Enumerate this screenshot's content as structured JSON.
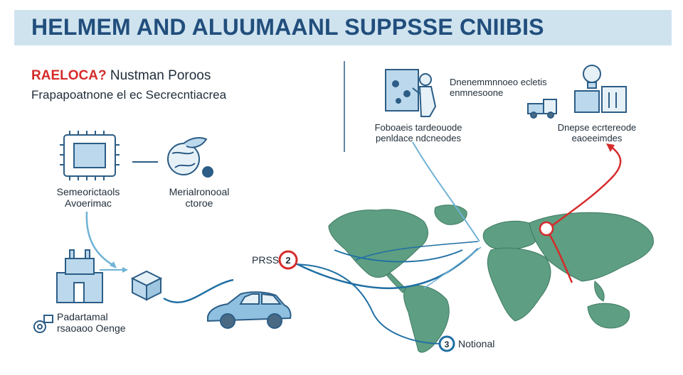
{
  "title": "HELMEM AND ALUUMAANL SUPPSSE CNIIBIS",
  "heading": {
    "line1_red": "RAELOCA?",
    "line1_rest": " Nustman Poroos",
    "line2": "Frapapoatnone el ec Secrecntiacrea"
  },
  "nodes": {
    "semiconductor": {
      "line1": "Semeorictaols",
      "line2": "Avoerimac",
      "icon": "chip-icon"
    },
    "material": {
      "line1": "Merialronooal",
      "line2": "ctoroe",
      "icon": "globe-leaf-icon"
    },
    "factory": {
      "line1": "Padartamal",
      "line2": "rsaoaoo Oenge",
      "icon": "factory-icon"
    },
    "package": {
      "icon": "box-icon"
    },
    "car": {
      "icon": "car-icon"
    },
    "research": {
      "line1": "Dnenemmnnoeo ecletis",
      "line2": "enmnesoone",
      "icon": "worker-board-icon"
    },
    "reference": {
      "line1": "Foboaeis tardeouode",
      "line2": "penldace ndcneodes"
    },
    "truck": {
      "icon": "truck-icon"
    },
    "industry": {
      "line1": "Dnepse ecrtereode",
      "line2": "eaoeeimdes",
      "icon": "lightbulb-building-icon"
    }
  },
  "markers": {
    "prss": {
      "label": "PRSS",
      "number": "2"
    },
    "national": {
      "label": "Notional",
      "number": "3"
    }
  },
  "colors": {
    "title_bg": "#cfe3ef",
    "title_text": "#214e7c",
    "map_land": "#5e9e82",
    "flow_blue": "#1f6fa3",
    "light_blue": "#6fb3d6",
    "alert_red": "#d62b2b",
    "icon_line": "#2c5d86"
  }
}
